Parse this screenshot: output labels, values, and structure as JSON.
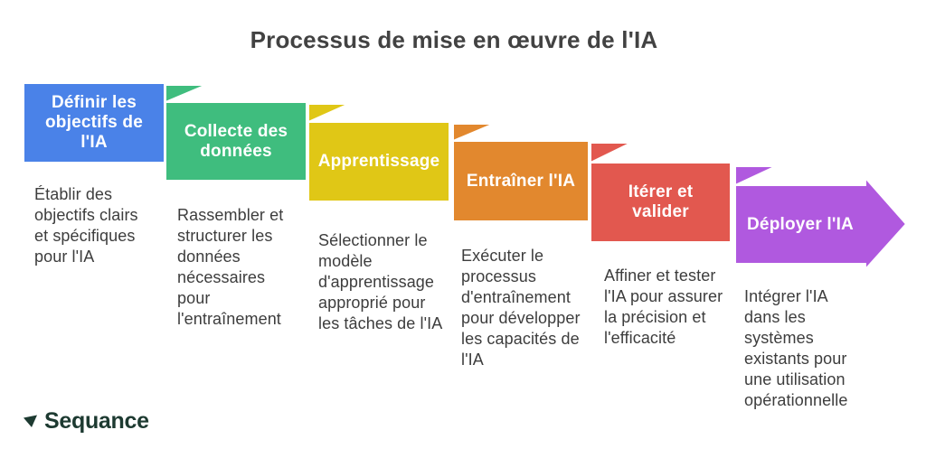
{
  "title": "Processus de mise en œuvre de l'IA",
  "brand": {
    "name": "Sequance",
    "color": "#1d3a31"
  },
  "colors": {
    "text": "#3d3d3d",
    "title": "#424242",
    "outline": "#ffffff"
  },
  "steps": [
    {
      "label": "Définir les objectifs de l'IA",
      "description": "Établir des objectifs clairs et spécifiques pour l'IA",
      "color": "#4a82e8"
    },
    {
      "label": "Collecte des données",
      "description": "Rassembler et structurer les données nécessaires pour l'entraînement",
      "color": "#3fbd7e"
    },
    {
      "label": "Apprentissage",
      "description": "Sélectionner le modèle d'apprentissage approprié pour les tâches de l'IA",
      "color": "#e0c716"
    },
    {
      "label": "Entraîner l'IA",
      "description": "Exécuter le processus d'entraînement pour développer les capacités de l'IA",
      "color": "#e2882e"
    },
    {
      "label": "Itérer et valider",
      "description": "Affiner et tester l'IA pour assurer la précision et l'efficacité",
      "color": "#e2584f"
    },
    {
      "label": "Déployer l'IA",
      "description": "Intégrer l'IA dans les systèmes existants pour une utilisation opérationnelle",
      "color": "#b059df"
    }
  ]
}
